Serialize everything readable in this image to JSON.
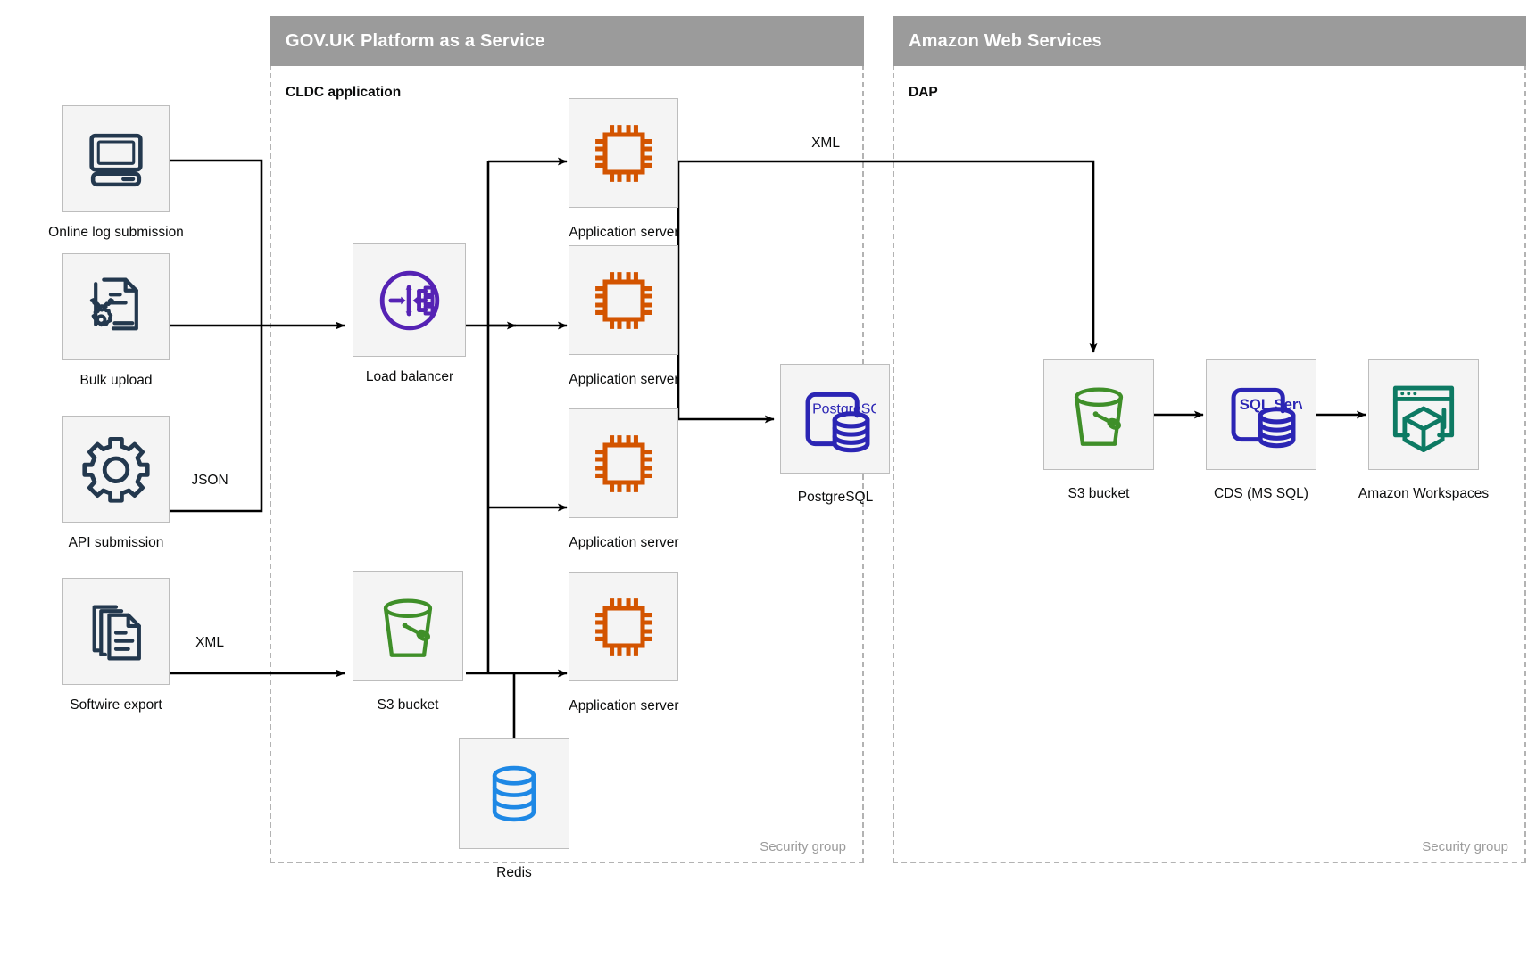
{
  "groups": [
    {
      "id": "paas",
      "title": "GOV.UK Platform as a Service",
      "subtitle": "CLDC application",
      "security_label": "Security group"
    },
    {
      "id": "aws",
      "title": "Amazon Web Services",
      "subtitle": "DAP",
      "security_label": "Security group"
    }
  ],
  "nodes": [
    {
      "id": "online-log",
      "label": "Online log submission",
      "icon": "desktop-computer-icon",
      "color": "#23384e"
    },
    {
      "id": "bulk-upload",
      "label": "Bulk upload",
      "icon": "document-gear-icon",
      "color": "#23384e"
    },
    {
      "id": "api-submission",
      "label": "API submission",
      "icon": "gear-icon",
      "color": "#23384e"
    },
    {
      "id": "softwire-export",
      "label": "Softwire export",
      "icon": "documents-stack-icon",
      "color": "#23384e"
    },
    {
      "id": "load-balancer",
      "label": "Load balancer",
      "icon": "load-balancer-icon",
      "color": "#5522b4"
    },
    {
      "id": "app-server-1",
      "label": "Application server",
      "icon": "cpu-chip-icon",
      "color": "#d35400"
    },
    {
      "id": "app-server-2",
      "label": "Application server",
      "icon": "cpu-chip-icon",
      "color": "#d35400"
    },
    {
      "id": "app-server-3",
      "label": "Application server",
      "icon": "cpu-chip-icon",
      "color": "#d35400"
    },
    {
      "id": "app-server-4",
      "label": "Application server",
      "icon": "cpu-chip-icon",
      "color": "#d35400"
    },
    {
      "id": "postgresql",
      "label": "PostgreSQL",
      "icon": "postgresql-database-icon",
      "color": "#2b25b4",
      "badge": "PostgreSQL"
    },
    {
      "id": "s3-paas",
      "label": "S3 bucket",
      "icon": "s3-bucket-icon",
      "color": "#3f8f29"
    },
    {
      "id": "redis",
      "label": "Redis",
      "icon": "redis-database-icon",
      "color": "#1e88e5"
    },
    {
      "id": "s3-aws",
      "label": "S3 bucket",
      "icon": "s3-bucket-icon",
      "color": "#3f8f29"
    },
    {
      "id": "cds",
      "label": "CDS (MS SQL)",
      "icon": "sqlserver-database-icon",
      "color": "#2b25b4",
      "badge": "SQL Server"
    },
    {
      "id": "workspaces",
      "label": "Amazon Workspaces",
      "icon": "amazon-workspaces-icon",
      "color": "#0d7a63"
    }
  ],
  "edge_labels": {
    "json": "JSON",
    "xml_softwire": "XML",
    "xml_export": "XML"
  },
  "colors": {
    "group_header": "#9b9b9b",
    "node_fill": "#f4f4f4",
    "node_border": "#bdbdbd",
    "connector": "#000000",
    "dashed_border": "#b3b3b3",
    "text": "#0b0c0c"
  }
}
